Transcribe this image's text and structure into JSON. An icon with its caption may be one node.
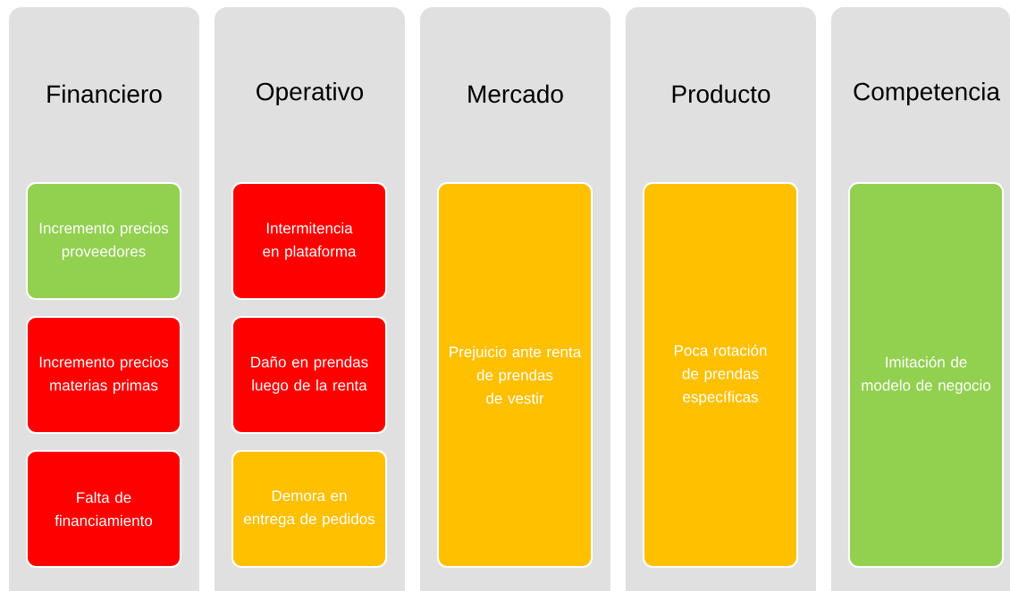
{
  "diagram": {
    "nodes": [
      {
        "text": [
          "Financiero"
        ]
      },
      {
        "text": [
          "Incremento precios proveedores"
        ],
        "in": 0
      },
      {
        "text": [
          "Incremento precios materias primas"
        ],
        "in": 0
      },
      {
        "text": [
          "Falta de financiamiento"
        ],
        "in": 0
      },
      {
        "text": [
          "Operativo"
        ]
      },
      {
        "text": [
          "Intermitencia en plataforma"
        ],
        "in": 4
      },
      {
        "text": [
          "Daño en prendas luego de la renta"
        ],
        "in": 4
      },
      {
        "text": [
          "Demora en entrega de pedidos"
        ],
        "in": 4
      },
      {
        "text": [
          "Mercado"
        ]
      },
      {
        "text": [
          "Prejuicio ante renta de prendas de vestir"
        ],
        "in": 8
      },
      {
        "text": [
          "Producto"
        ]
      },
      {
        "text": [
          "Poca rotación de prendas específicas"
        ],
        "in": 10
      },
      {
        "text": [
          "Competencia"
        ]
      },
      {
        "text": [
          "Imitación de modelo de negocio"
        ],
        "in": 12
      }
    ]
  }
}
